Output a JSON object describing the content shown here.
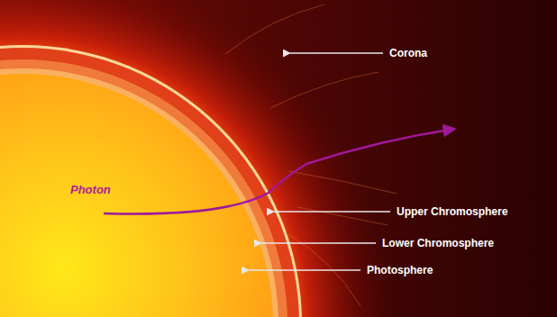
{
  "diagram": {
    "labels": [
      "Photon",
      "Corona",
      "Upper Chromosphere",
      "Lower Chromosphere",
      "Photosphere"
    ]
  }
}
